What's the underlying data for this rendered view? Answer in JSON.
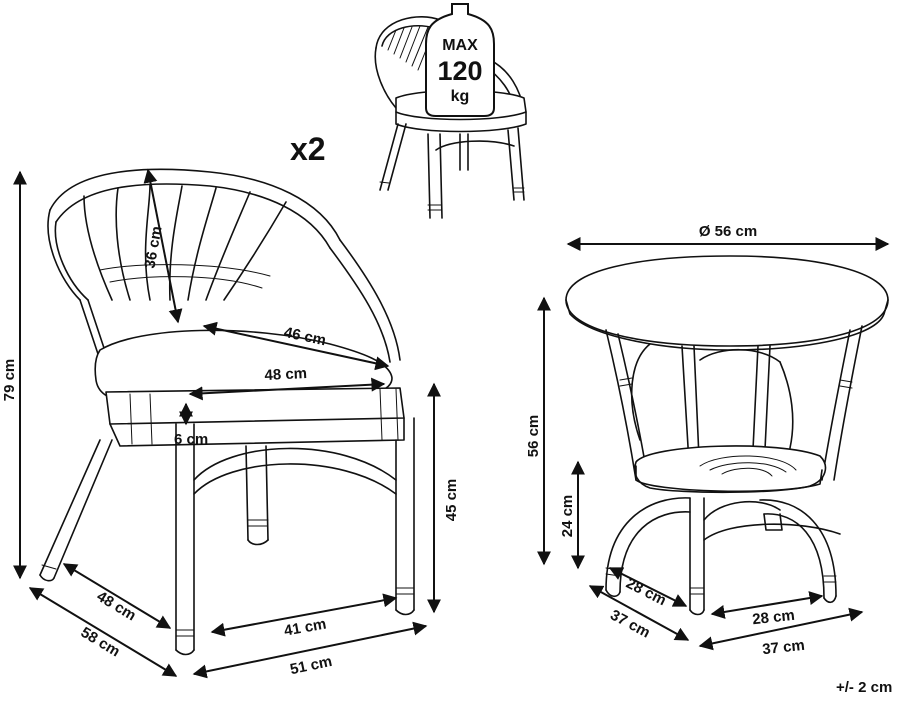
{
  "quantity": "x2",
  "weight_badge": {
    "line1": "MAX",
    "line2": "120",
    "line3": "kg"
  },
  "chair": {
    "height_total": "79 cm",
    "backrest_height": "36 cm",
    "seat_depth_inner": "46 cm",
    "seat_width_inner": "48 cm",
    "cushion_thickness": "6 cm",
    "seat_height": "45 cm",
    "depth": "48 cm",
    "depth_total": "58 cm",
    "width_legs": "41 cm",
    "width_total": "51 cm"
  },
  "table": {
    "diameter": "Ø 56 cm",
    "height": "56 cm",
    "shelf_height": "24 cm",
    "base_depth_inner": "28 cm",
    "base_width_inner": "28 cm",
    "base_depth": "37 cm",
    "base_width": "37 cm"
  },
  "tolerance": "+/- 2 cm"
}
